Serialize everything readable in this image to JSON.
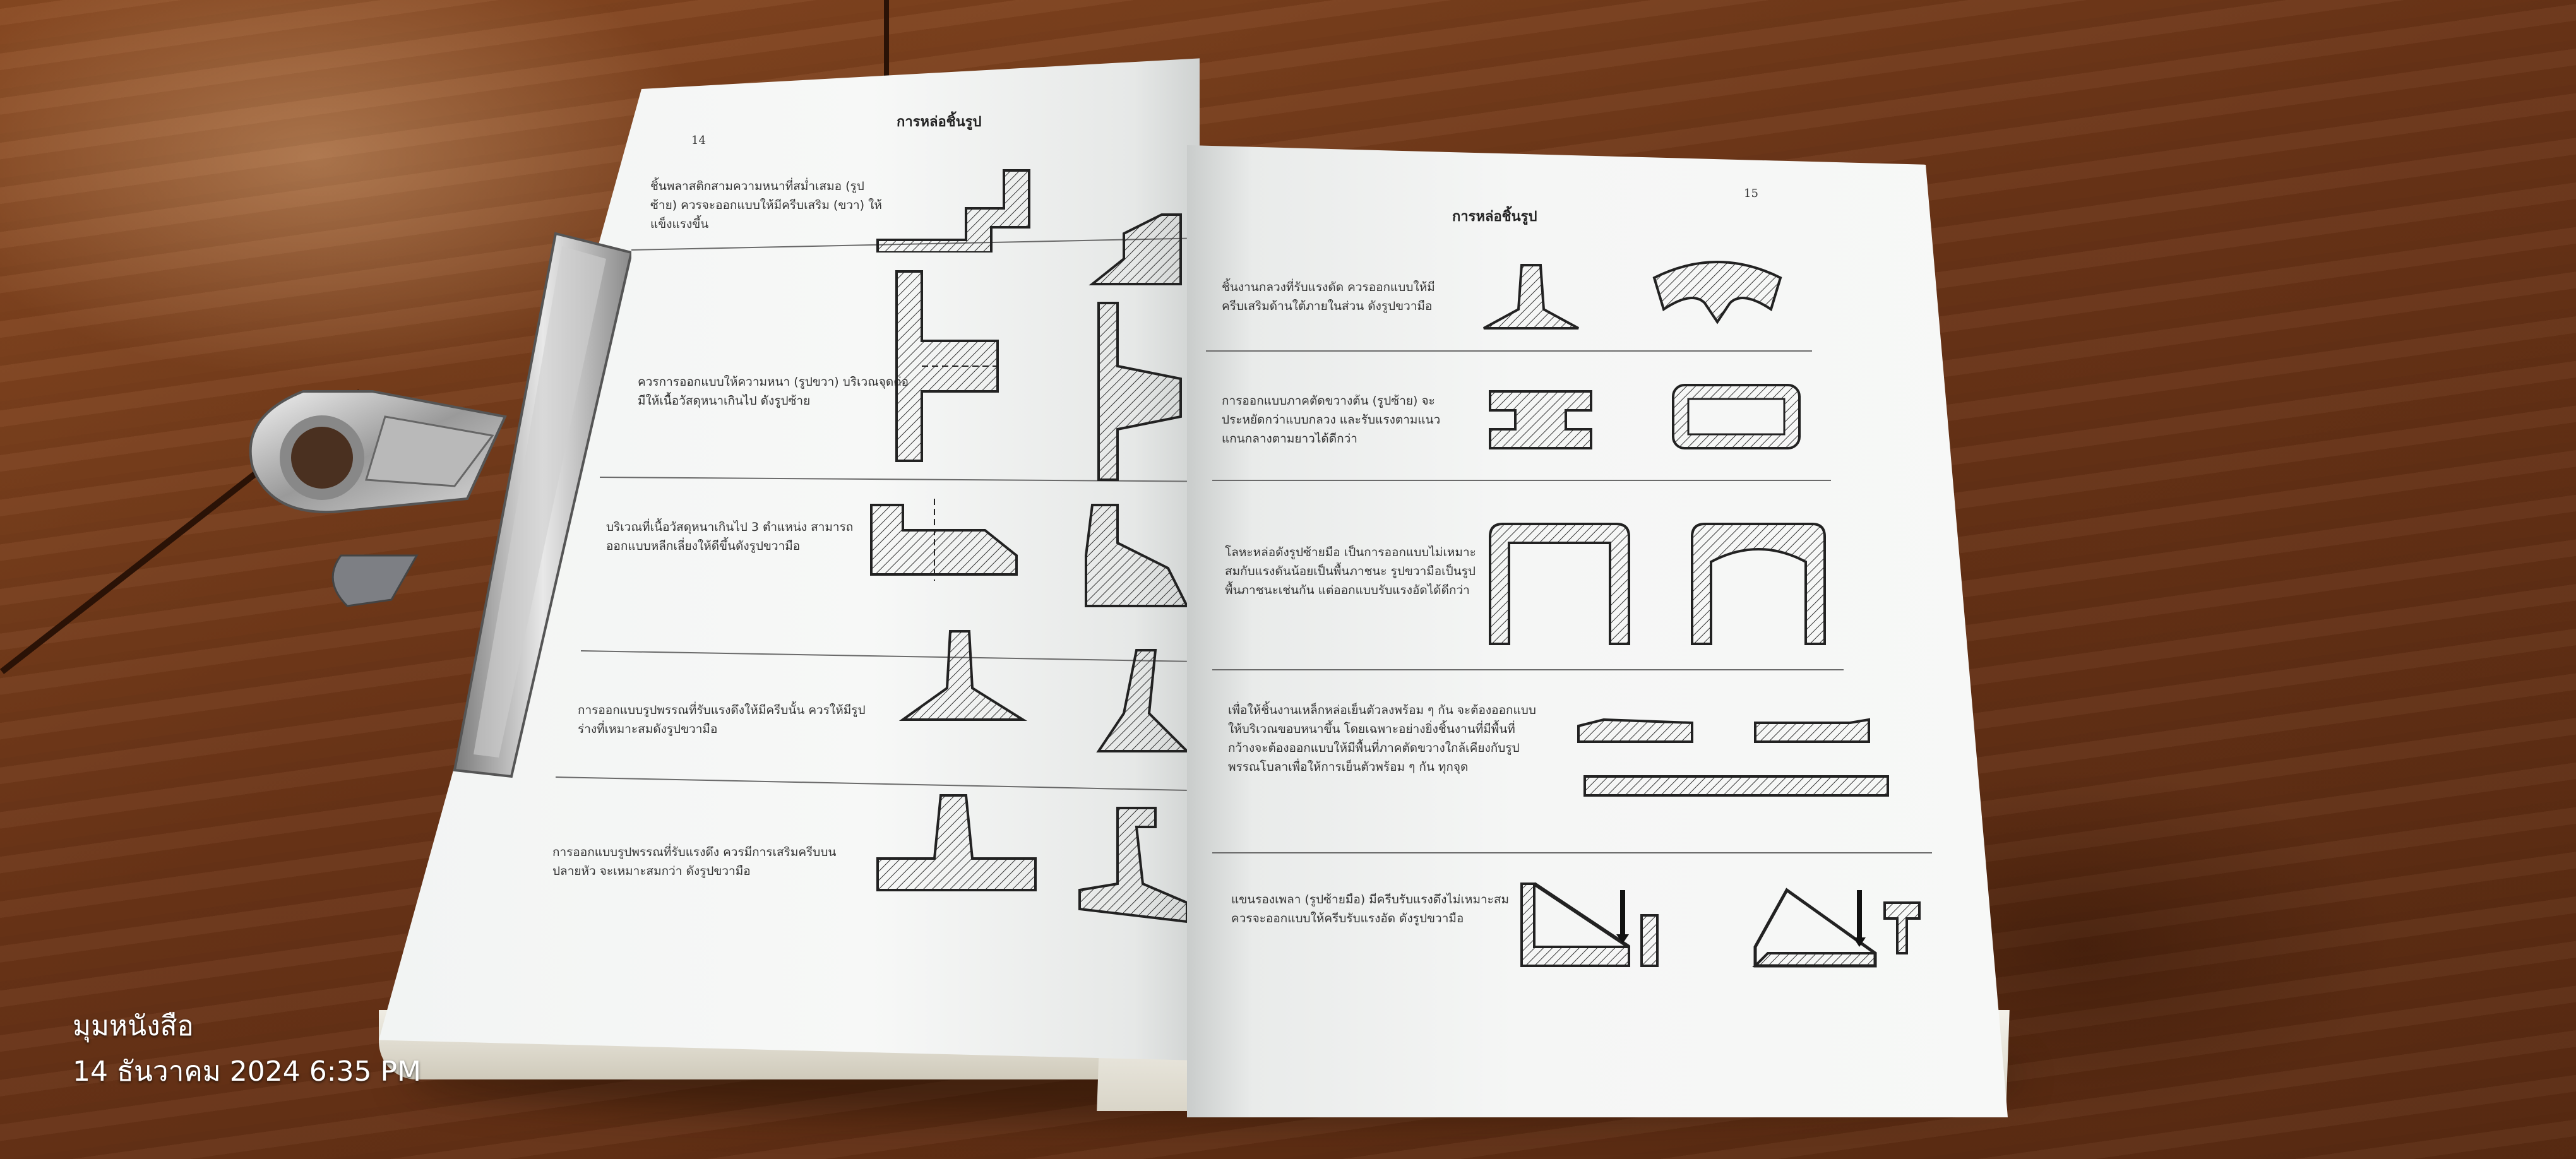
{
  "overlay": {
    "line1": "มุมหนังสือ",
    "line2": "14 ธันวาคม 2024 6:35 PM"
  },
  "left_page": {
    "page_number": "14",
    "title": "การหล่อชิ้นรูป",
    "items": [
      "ชิ้นพลาสติกสามความหนาที่สม่ำเสมอ (รูปซ้าย) ควรจะออกแบบให้มีครีบเสริม (ขวา) ให้แข็งแรงขึ้น",
      "ควรการออกแบบให้ความหนา (รูปขวา) บริเวณจุดต่อ มีให้เนื้อวัสดุหนาเกินไป ดังรูปซ้าย",
      "บริเวณที่เนื้อวัสดุหนาเกินไป 3 ตำแหน่ง สามารถออกแบบหลีกเลี่ยงให้ดีขึ้นดังรูปขวามือ",
      "การออกแบบรูปพรรณที่รับแรงดึงให้มีครีบนั้น ควรให้มีรูปร่างที่เหมาะสมดังรูปขวามือ",
      "การออกแบบรูปพรรณที่รับแรงดึง ควรมีการเสริมครีบบนปลายหัว จะเหมาะสมกว่า ดังรูปขวามือ"
    ]
  },
  "right_page": {
    "page_number": "15",
    "title": "การหล่อชิ้นรูป",
    "items": [
      "ชิ้นงานกลวงที่รับแรงดัด ควรออกแบบให้มีครีบเสริมด้านใต้ภายในส่วน ดังรูปขวามือ",
      "การออกแบบภาคตัดขวางต้น (รูปซ้าย) จะประหยัดกว่าแบบกลวง และรับแรงตามแนวแกนกลางตามยาวได้ดีกว่า",
      "โลหะหล่อดังรูปซ้ายมือ เป็นการออกแบบไม่เหมาะสมกับแรงดันน้อยเป็นพื้นภาชนะ รูปขวามือเป็นรูปพื้นภาชนะเช่นกัน แต่ออกแบบรับแรงอัดได้ดีกว่า",
      "เพื่อให้ชิ้นงานเหล็กหล่อเย็นตัวลงพร้อม ๆ กัน จะต้องออกแบบให้บริเวณขอบหนาขึ้น โดยเฉพาะอย่างยิ่งชิ้นงานที่มีพื้นที่กว้างจะต้องออกแบบให้มีพื้นที่ภาคตัดขวางใกล้เคียงกับรูปพรรณโบลาเพื่อให้การเย็นตัวพร้อม ๆ กัน ทุกจุด",
      "แขนรองเพลา (รูปซ้ายมือ) มีครีบรับแรงดึงไม่เหมาะสม ควรจะออกแบบให้ครีบรับแรงอัด ดังรูปขวามือ"
    ]
  }
}
